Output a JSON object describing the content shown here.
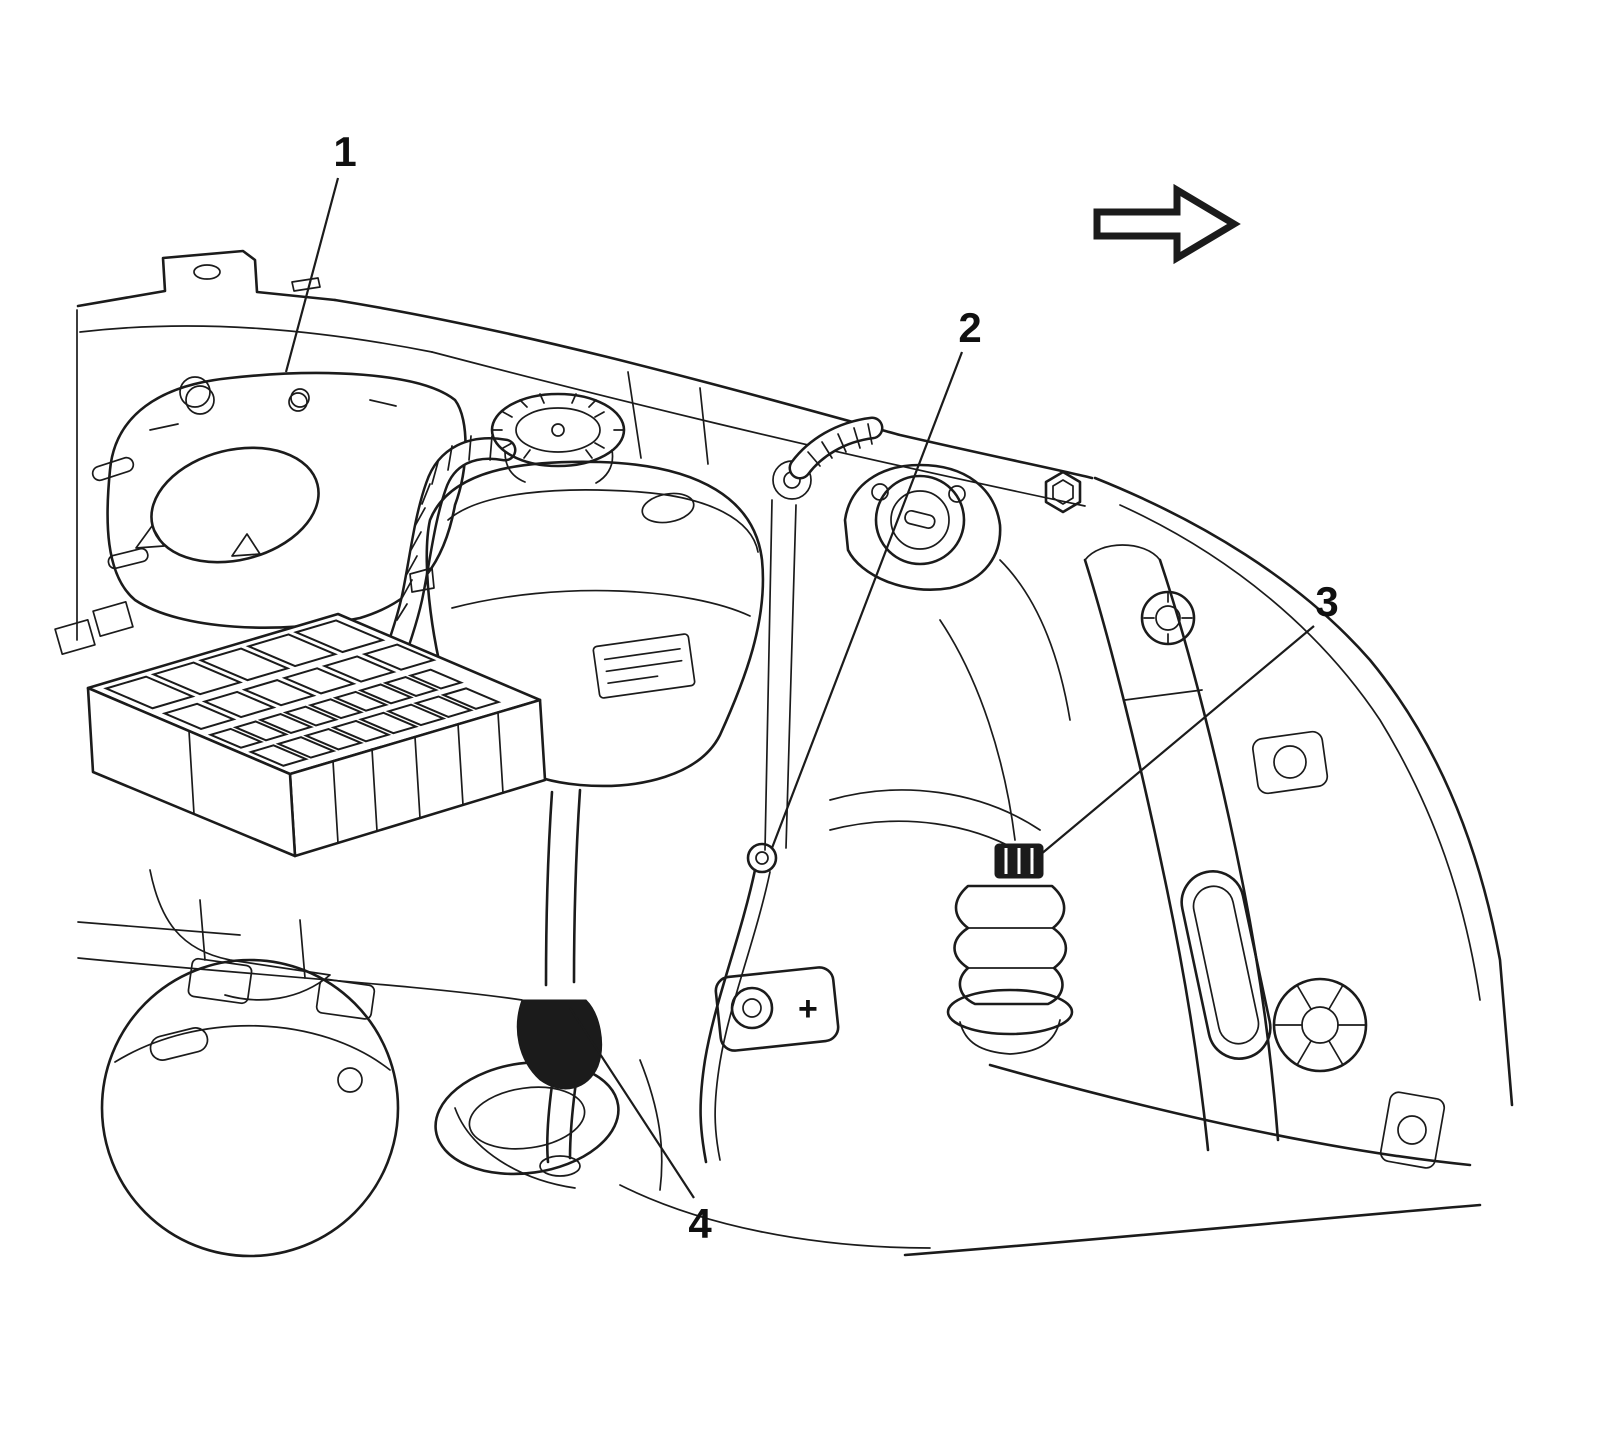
{
  "figure": {
    "description_domain": "engine-compartment-component-location-illustration",
    "callouts": [
      {
        "label": "1"
      },
      {
        "label": "2"
      },
      {
        "label": "3"
      },
      {
        "label": "4"
      }
    ],
    "battery_terminal_symbol": "+",
    "direction_arrow_icon": "arrow-right-icon"
  },
  "canvas": {
    "background": "#ffffff",
    "line_color": "#1b1b1b"
  }
}
